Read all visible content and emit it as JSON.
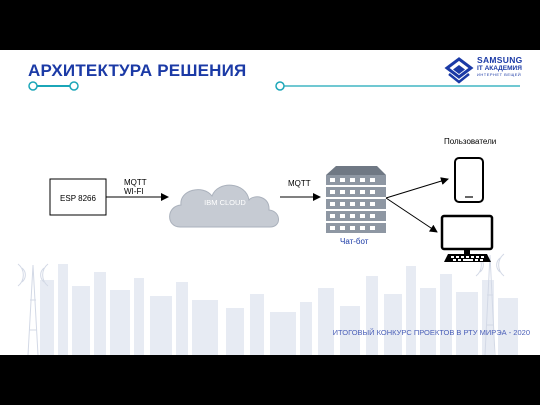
{
  "slide": {
    "title": "АРХИТЕКТУРА РЕШЕНИЯ",
    "footer": "ИТОГОВЫЙ КОНКУРС ПРОЕКТОВ В РТУ МИРЭА - 2020"
  },
  "logo": {
    "line1": "SAMSUNG",
    "line2": "IT АКАДЕМИЯ",
    "line3": "ИНТЕРНЕТ ВЕЩЕЙ",
    "icon": "samsung-academy-logo-icon"
  },
  "diagram": {
    "device": "ESP 8266",
    "link1": [
      "MQTT",
      "WI-FI"
    ],
    "cloud": "IBM CLOUD",
    "link2": "MQTT",
    "server": "Чат-бот",
    "users_title": "Пользователи",
    "icons": [
      "cloud-icon",
      "server-rack-icon",
      "smartphone-icon",
      "desktop-monitor-icon"
    ]
  },
  "colors": {
    "title": "#1b3aa6",
    "accent_line": "#1ba6b8",
    "cloud": "#c6cbd3",
    "server": "#8e97a3",
    "server_label": "#1b3aa6",
    "frame": "#000000"
  }
}
